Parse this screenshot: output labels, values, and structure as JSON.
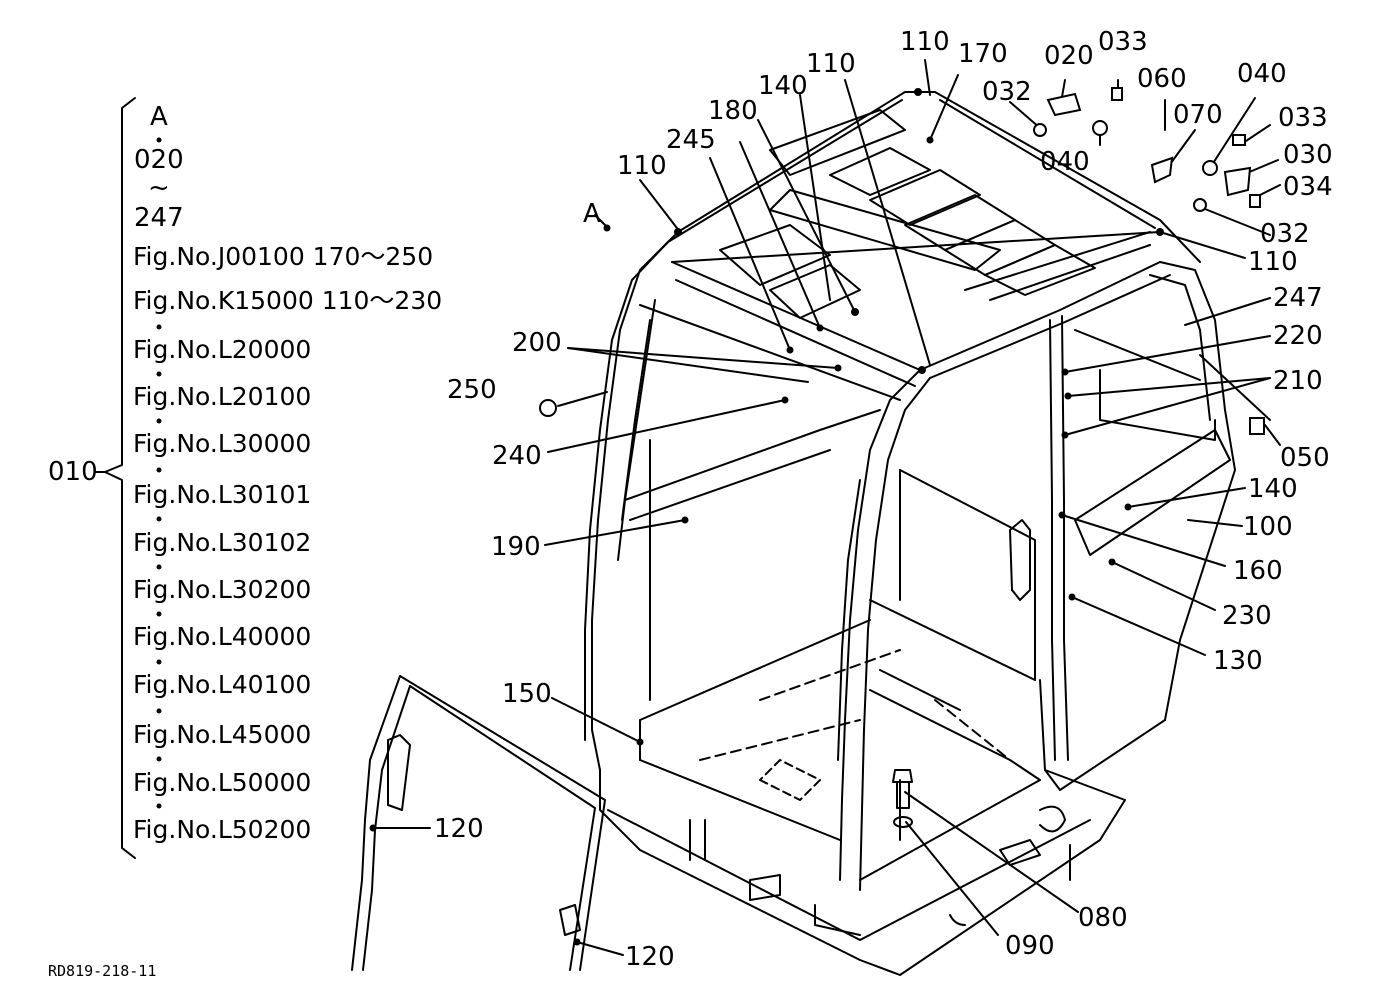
{
  "reference_column": {
    "group_label": "010",
    "range_start_letter": "A",
    "range_from": "020",
    "range_tilde": "~",
    "range_to": "247",
    "figure_refs": [
      "Fig.No.J00100  170～250",
      "Fig.No.K15000  110～230",
      "Fig.No.L20000",
      "Fig.No.L20100",
      "Fig.No.L30000",
      "Fig.No.L30101",
      "Fig.No.L30102",
      "Fig.No.L30200",
      "Fig.No.L40000",
      "Fig.No.L40100",
      "Fig.No.L45000",
      "Fig.No.L50000",
      "Fig.No.L50200"
    ]
  },
  "part_labels": {
    "p110_top": "110",
    "p170": "170",
    "p020": "020",
    "p033_top": "033",
    "p110_mid": "110",
    "p140_top": "140",
    "p032_top": "032",
    "p060": "060",
    "p040_right": "040",
    "p180": "180",
    "p070": "070",
    "p033_right": "033",
    "p245": "245",
    "p040_mid": "040",
    "p030": "030",
    "p110_left": "110",
    "p034": "034",
    "pA": "A",
    "p032_right": "032",
    "p110_right": "110",
    "p247": "247",
    "p220": "220",
    "p200": "200",
    "p210": "210",
    "p250": "250",
    "p050": "050",
    "p240": "240",
    "p140_right": "140",
    "p100": "100",
    "p190": "190",
    "p160": "160",
    "p230": "230",
    "p130": "130",
    "p150": "150",
    "p120_top": "120",
    "p080": "080",
    "p090": "090",
    "p120_bottom": "120"
  },
  "drawing_code": "RD819-218-11"
}
